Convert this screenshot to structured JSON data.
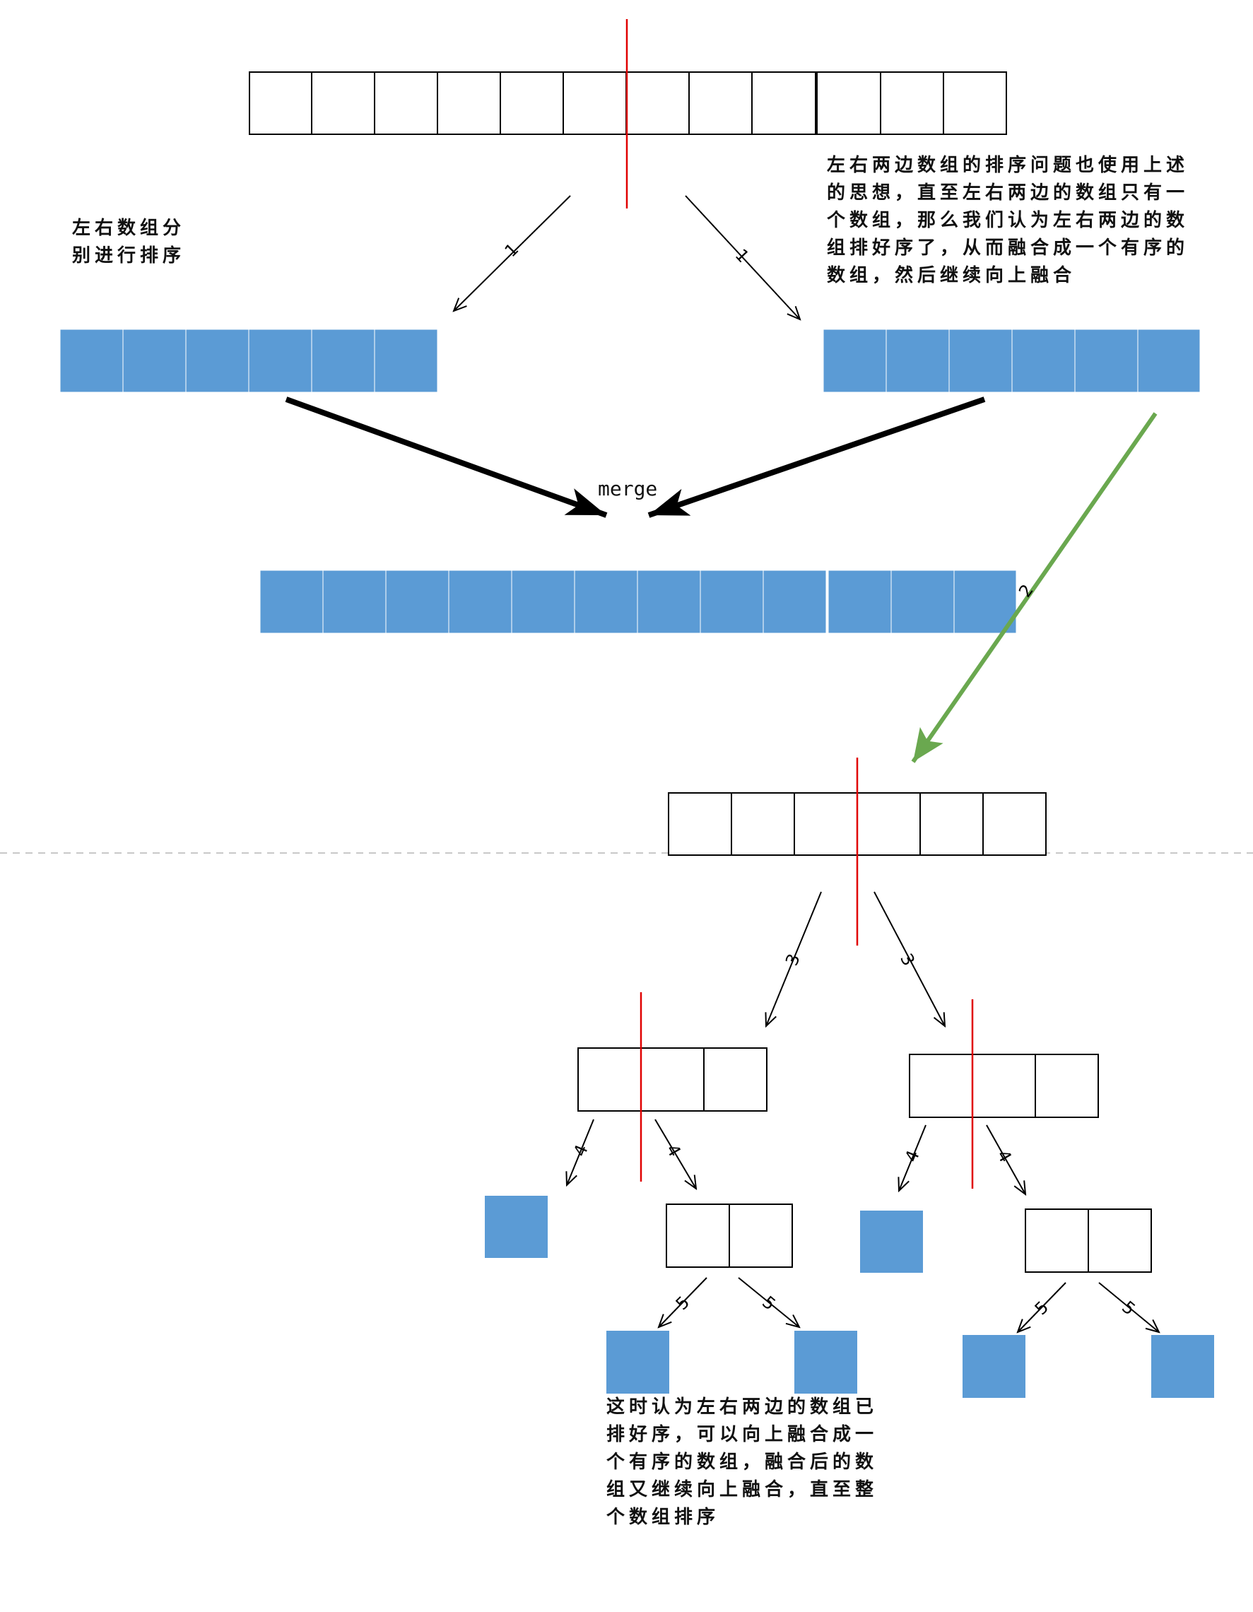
{
  "diagram": {
    "labels": {
      "split_note": "左右数组分\n别进行排序",
      "recursion_note": "左右两边数组的排序问题也使用上述\n的思想，直至左右两边的数组只有一\n个数组，那么我们认为左右两边的数\n组排好序了，从而融合成一个有序的\n数组，然后继续向上融合",
      "merge": "merge",
      "bottom_note": "这时认为左右两边的数组已\n排好序，可以向上融合成一\n个有序的数组，融合后的数\n组又继续向上融合，直至整\n个数组排序"
    },
    "step_numbers": {
      "left_split_1": "1",
      "right_split_1": "1",
      "green_arrow": "2",
      "left_split_3": "3",
      "right_split_3": "3",
      "split_4a": "4",
      "split_4b": "4",
      "split_4c": "4",
      "split_4d": "4",
      "split_5a": "5",
      "split_5b": "5",
      "split_5c": "5",
      "split_5d": "5"
    },
    "colors": {
      "cell_fill": "#5b9bd5",
      "cell_outline": "#000000",
      "divider": "#e00000",
      "arrow": "#000000",
      "green_arrow": "#6aa84f",
      "separator": "#c8c8c8"
    }
  }
}
